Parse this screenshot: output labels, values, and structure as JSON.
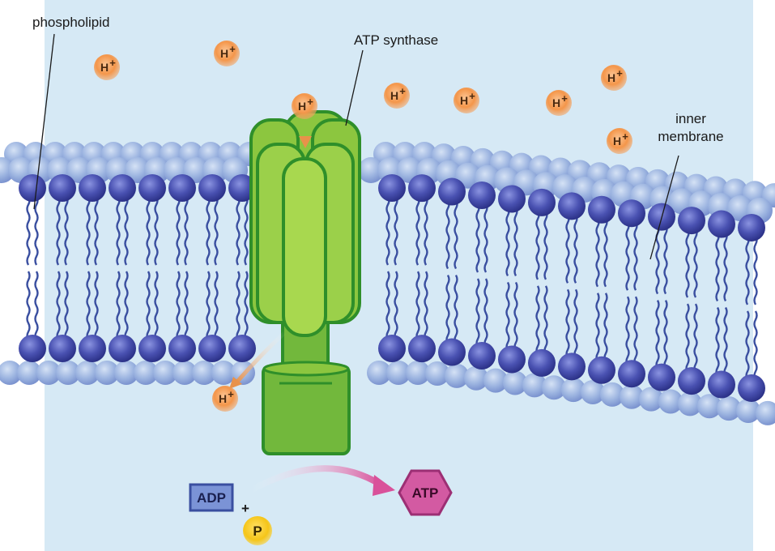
{
  "labels": {
    "phospholipid": "phospholipid",
    "atp_synthase": "ATP synthase",
    "inner_membrane_line1": "inner",
    "inner_membrane_line2": "membrane"
  },
  "ion": {
    "symbol": "H",
    "charge": "+"
  },
  "reaction": {
    "adp": "ADP",
    "plus": "+",
    "phosphate": "P",
    "atp": "ATP"
  },
  "colors": {
    "background": "#d6e9f5",
    "head_dark": "#3f45a8",
    "head_light": "#8aa6d8",
    "tail": "#3a4fa0",
    "synthase_fill": "#8cc63f",
    "synthase_stroke": "#2f8f2a",
    "proton": "#f4964a",
    "atp": "#d35aa2",
    "adp": "#7b93d6",
    "phosphate": "#f5c518"
  }
}
